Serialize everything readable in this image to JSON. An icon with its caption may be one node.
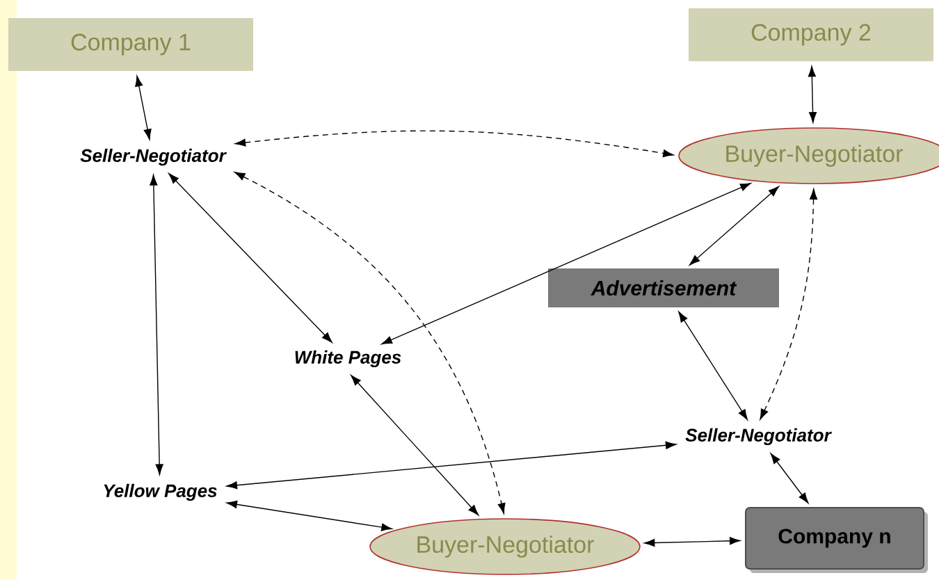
{
  "diagram": {
    "nodes": [
      {
        "text": [
          "Company 1"
        ]
      },
      {
        "text": [
          "Company 2"
        ]
      },
      {
        "text": [
          "Seller-Negotiator"
        ]
      },
      {
        "text": [
          "Buyer-Negotiator"
        ]
      },
      {
        "text": [
          "Advertisement"
        ]
      },
      {
        "text": [
          "White Pages"
        ]
      },
      {
        "text": [
          "Seller-Negotiator"
        ]
      },
      {
        "text": [
          "Yellow Pages"
        ]
      },
      {
        "text": [
          "Buyer-Negotiator"
        ]
      },
      {
        "text": [
          "Company n"
        ]
      }
    ],
    "edges": [
      {
        "from": 0,
        "to": 2,
        "arrow": "both"
      },
      {
        "from": 1,
        "to": 3,
        "arrow": "both"
      },
      {
        "from": 2,
        "to": 3,
        "arrow": "both",
        "style": "dashed"
      },
      {
        "from": 2,
        "to": 8,
        "arrow": "both",
        "style": "dashed"
      },
      {
        "from": 3,
        "to": 6,
        "arrow": "both",
        "style": "dashed"
      },
      {
        "from": 2,
        "to": 5,
        "arrow": "both"
      },
      {
        "from": 3,
        "to": 5,
        "arrow": "both"
      },
      {
        "from": 2,
        "to": 7,
        "arrow": "both"
      },
      {
        "from": 3,
        "to": 4,
        "arrow": "both"
      },
      {
        "from": 4,
        "to": 6,
        "arrow": "both"
      },
      {
        "from": 7,
        "to": 6,
        "arrow": "both"
      },
      {
        "from": 7,
        "to": 8,
        "arrow": "both"
      },
      {
        "from": 5,
        "to": 8,
        "arrow": "both"
      },
      {
        "from": 6,
        "to": 9,
        "arrow": "both"
      },
      {
        "from": 8,
        "to": 9,
        "arrow": "both"
      }
    ]
  }
}
